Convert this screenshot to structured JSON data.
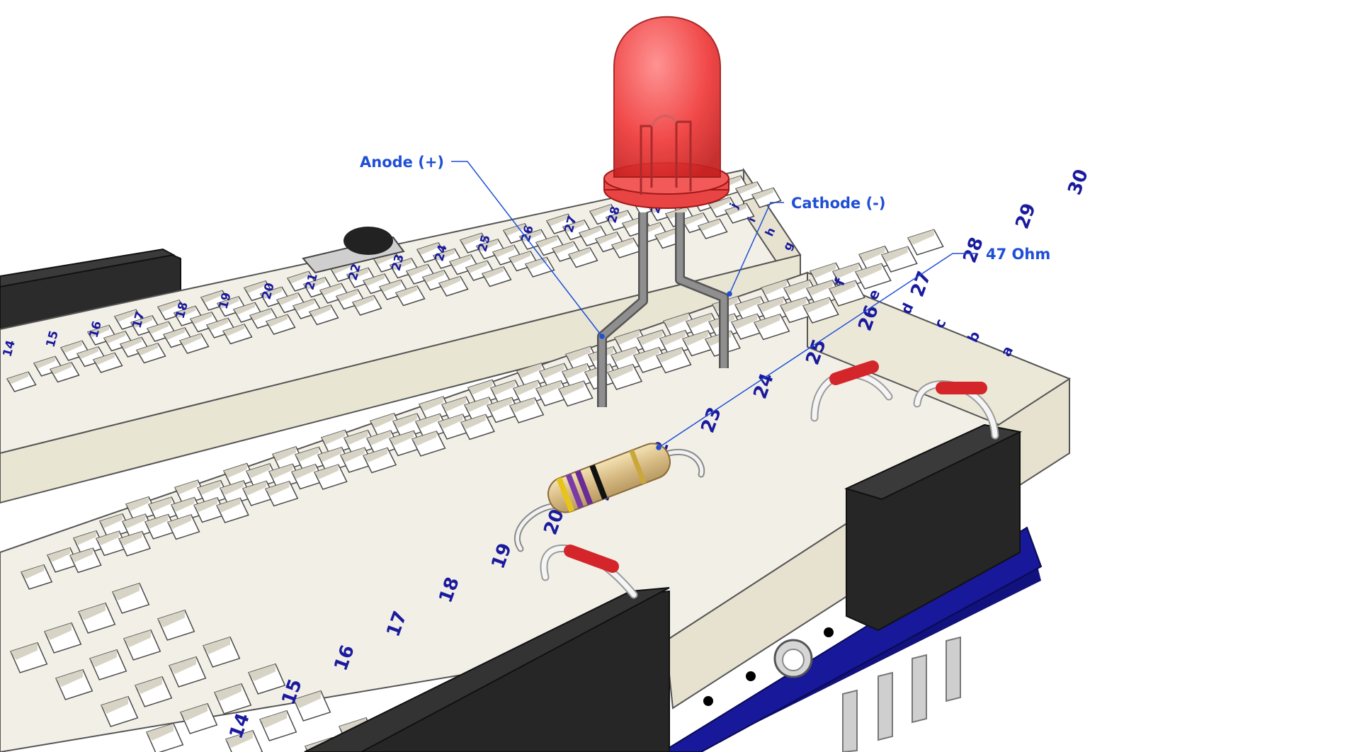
{
  "annotations": {
    "anode": "Anode (+)",
    "cathode": "Cathode (-)",
    "resistor": "47 Ohm"
  },
  "front_strip": {
    "numbers": [
      "14",
      "15",
      "16",
      "17",
      "18",
      "19",
      "20",
      "21",
      "22",
      "23",
      "24",
      "25",
      "26",
      "27",
      "28",
      "29",
      "30"
    ],
    "letters": [
      "f",
      "e",
      "d",
      "c",
      "b",
      "a"
    ]
  },
  "back_strip": {
    "numbers": [
      "14",
      "15",
      "16",
      "17",
      "18",
      "19",
      "20",
      "21",
      "22",
      "23",
      "24",
      "25",
      "26",
      "27",
      "28",
      "29"
    ],
    "letters": [
      "j",
      "i",
      "h",
      "g"
    ]
  },
  "colors": {
    "board": "#f2f0e6",
    "board_side": "#e6e2cf",
    "label_blue": "#1a1a9e",
    "callout_blue": "#1f4fd6",
    "led_red": "#f03a3a",
    "pcb_blue": "#17189a",
    "header_black": "#242424",
    "resistor_body": "#ddc28c",
    "wire_sleeve": "#d4262a"
  },
  "icons": [
    "led-icon",
    "resistor-icon",
    "jumper-wire-icon",
    "header-pin-icon",
    "pushbutton-icon"
  ]
}
